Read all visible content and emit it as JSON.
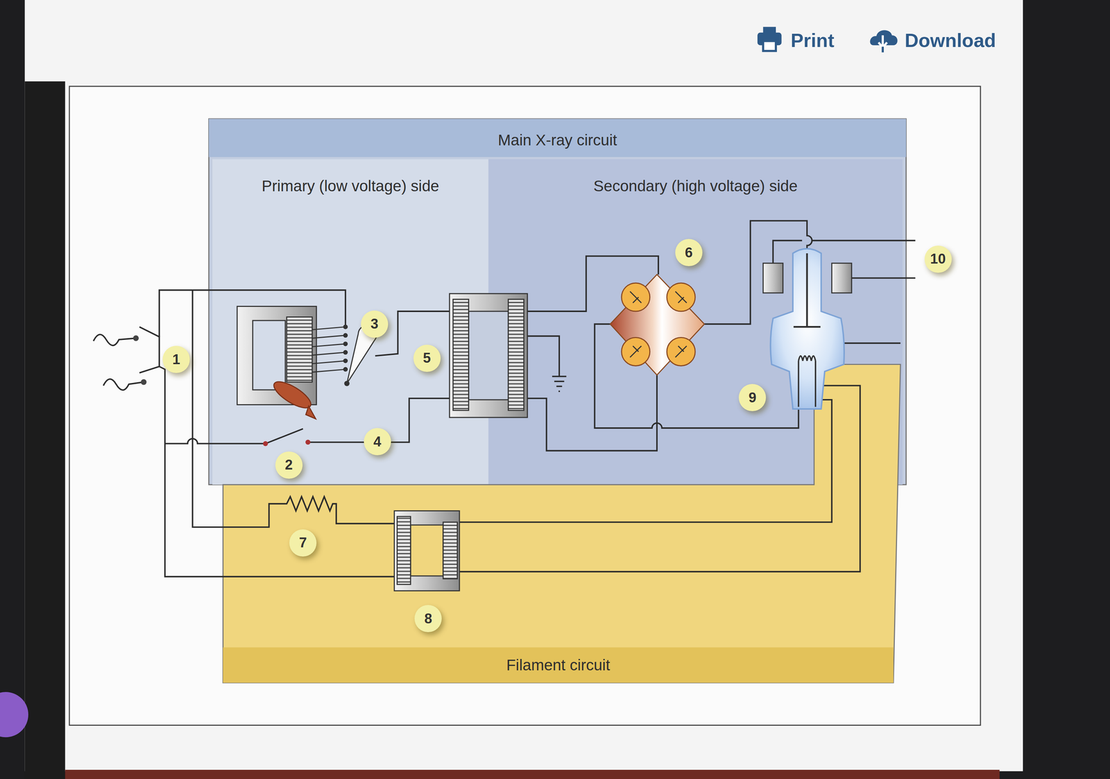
{
  "diagram": {
    "nodes": [
      {
        "text": [
          "Main X-ray circuit"
        ]
      },
      {
        "text": [
          "Primary (low voltage) side"
        ],
        "in": 0
      },
      {
        "text": [
          "Secondary (high voltage) side"
        ],
        "in": 0
      },
      {
        "text": [
          "Filament circuit"
        ]
      }
    ],
    "labels": [
      "Print",
      "Download",
      "1",
      "2",
      "3",
      "4",
      "5",
      "6",
      "7",
      "8",
      "9",
      "10"
    ]
  }
}
